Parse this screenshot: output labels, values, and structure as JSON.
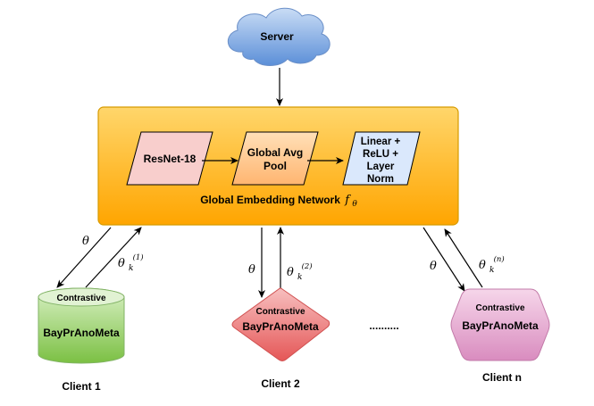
{
  "server": {
    "label": "Server"
  },
  "global_network": {
    "label": "Global Embedding Network",
    "symbol": "f",
    "symbol_sub": "θ",
    "blocks": {
      "resnet": "ResNet-18",
      "pool_line1": "Global Avg",
      "pool_line2": "Pool",
      "head_line1": "Linear +",
      "head_line2": "ReLU +",
      "head_line3": "Layer",
      "head_line4": "Norm"
    }
  },
  "clients": [
    {
      "name": "Client 1",
      "top_label": "Contrastive",
      "method": "BayPrAnoMeta",
      "down_label": "θ",
      "up_label": "θ",
      "up_sub": "k",
      "up_sup": "(1)"
    },
    {
      "name": "Client 2",
      "top_label": "Contrastive",
      "method": "BayPrAnoMeta",
      "down_label": "θ",
      "up_label": "θ",
      "up_sub": "k",
      "up_sup": "(2)"
    },
    {
      "name": "Client n",
      "top_label": "Contrastive",
      "method": "BayPrAnoMeta",
      "down_label": "θ",
      "up_label": "θ",
      "up_sub": "k",
      "up_sup": "(n)"
    }
  ],
  "ellipsis": "..........",
  "colors": {
    "cloud": "#4a86d8",
    "network_fill": "#ffc000",
    "network_stroke": "#d79b00",
    "resnet_fill": "#f8cecc",
    "pool_fill": "#ffcc99",
    "head_fill": "#dae8fc",
    "client1_fill": "#9ccc65",
    "client2_fill": "#ee6666",
    "clientn_fill": "#e6a0c4"
  }
}
